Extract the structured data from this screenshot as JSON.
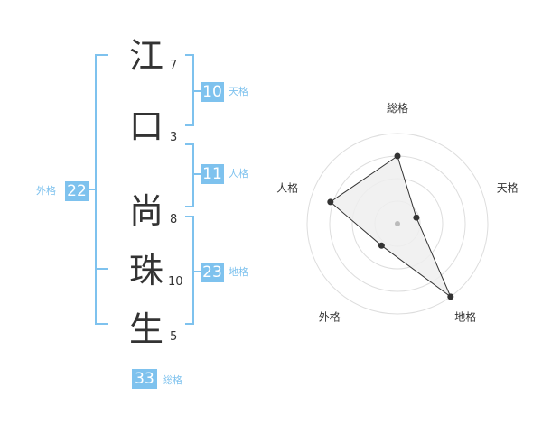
{
  "name": {
    "chars": [
      "江",
      "口",
      "尚",
      "珠",
      "生"
    ],
    "strokes": [
      "7",
      "3",
      "8",
      "10",
      "5"
    ]
  },
  "kaku": {
    "tenkaku": {
      "value": "10",
      "label": "天格"
    },
    "jinkaku": {
      "value": "11",
      "label": "人格"
    },
    "chikaku": {
      "value": "23",
      "label": "地格"
    },
    "gaikaku": {
      "value": "22",
      "label": "外格"
    },
    "soukaku": {
      "value": "33",
      "label": "総格"
    }
  },
  "colors": {
    "accent": "#7ec2ee",
    "text": "#333333",
    "ring": "#dddddd",
    "fill": "#eeeeee"
  },
  "chart_data": {
    "type": "radar",
    "axes": [
      "総格",
      "天格",
      "地格",
      "外格",
      "人格"
    ],
    "values": [
      0.75,
      0.22,
      1.0,
      0.3,
      0.78
    ],
    "rings": 4,
    "range": [
      0,
      1
    ]
  }
}
